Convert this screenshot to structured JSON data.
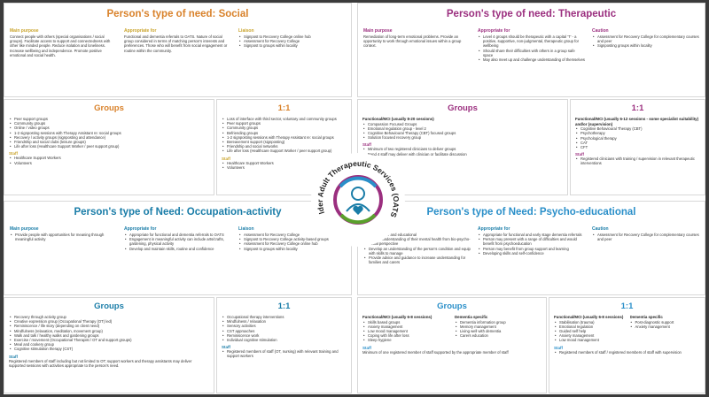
{
  "quadrants": {
    "social": {
      "title": "Person's type of need: Social",
      "main_purpose_head": "Main purpose",
      "main_purpose_text": "Connect people with others (special organisations / social groups). Facilitate access to support and connectedness with other like minded people. Reduce isolation and loneliness. Increase wellbeing and independence. Promote positive emotional and social health.",
      "appropriate_head": "Appropriate for",
      "appropriate_text": "Functional and dementia referrals to OATS. Nature of social group considered in terms of matching person's interests and preferences. Those who will benefit from social engagement or routine within the community.",
      "liaison_head": "Liaison",
      "liaison_items": [
        "Signpost to Recovery College online hub",
        "Assessment for Recovery College",
        "Signpost to groups within locality"
      ],
      "groups_title": "Groups",
      "groups_items": [
        "Peer support groups",
        "Community groups",
        "Online / video groups",
        "1-2 signposting sessions with Therapy Assistant re: social groups",
        "Recovery / activity groups (signposting and attendance)",
        "Friendship and social clubs (leisure groups)",
        "Life after loss (Healthcare Support Worker / peer support group)"
      ],
      "groups_staff_head": "Staff",
      "groups_staff_items": [
        "Healthcare Support Workers",
        "Volunteers"
      ],
      "one_title": "1:1",
      "one_items": [
        "Loss of interface with third sector, voluntary and community groups",
        "Peer support groups",
        "Community groups",
        "Befriending groups",
        "1-2 signposting sessions with Therapy Assistant re: social groups",
        "Bereavement support (signposting)",
        "Friendship and social networks",
        "Life after loss (Healthcare Support Worker / peer support group)"
      ],
      "one_staff_head": "Staff",
      "one_staff_items": [
        "Healthcare Support Workers",
        "Volunteers"
      ]
    },
    "therapeutic": {
      "title": "Person's type of need: Therapeutic",
      "main_purpose_head": "Main purpose",
      "main_purpose_text": "Remediation of long-term emotional problems. Provide an opportunity to work through emotional issues within a group context.",
      "appropriate_head": "Appropriate for",
      "appropriate_items": [
        "Level 4 groups should be therapeutic with a capital 'T' - a positive, supportive, non-judgmental, therapeutic group for wellbeing",
        "Should share their difficulties with others in a group safe space",
        "May also meet up and challenge understanding of themselves"
      ],
      "caution_head": "Caution",
      "caution_items": [
        "Assessment for Recovery College for complementary courses and peer",
        "Signposting groups within locality"
      ],
      "groups_title": "Groups",
      "groups_head": "Functional/MCI (usually 8-20 sessions)",
      "groups_items": [
        "Compassion Focused Groups",
        "Emotional regulation group - level 2",
        "Cognitive Behavioural Therapy (CBT) focused groups",
        "Solution focused recovery group"
      ],
      "groups_staff_head": "Staff",
      "groups_staff_items": [
        "Minimum of two registered clinicians to deliver groups",
        "Band 4 staff may deliver with clinician or facilitate discussion"
      ],
      "one_title": "1:1",
      "one_head": "Functional/MCI (usually 6-12 sessions - some specialist suitability) and/or (supervision)",
      "one_items": [
        "Cognitive Behavioural Therapy (CBT)",
        "Psychotherapy",
        "Psychological therapy",
        "CAT",
        "CFT"
      ],
      "one_staff_head": "Staff",
      "one_staff_items": [
        "Registered clinicians with training / supervision in relevant therapeutic interventions"
      ]
    },
    "occupation": {
      "title": "Person's type of Need: Occupation-activity",
      "main_purpose_head": "Main purpose",
      "main_purpose_items": [
        "Provide people with opportunities for meaning through meaningful activity"
      ],
      "appropriate_head": "Appropriate for",
      "appropriate_items": [
        "Appropriate for functional and dementia referrals to OATS",
        "Engagement in meaningful activity can include arts/crafts, gardening, physical activity",
        "Develop and maintain skills, routine and confidence"
      ],
      "liaison_head": "Liaison",
      "liaison_items": [
        "Assessment for Recovery College",
        "Signpost to Recovery College activity-based groups",
        "Assessment for Recovery College online hub",
        "Signpost to groups within locality"
      ],
      "groups_title": "Groups",
      "groups_items": [
        "Recovery through activity group",
        "Creative expression group (Occupational Therapy (OT) led)",
        "Reminiscence / life story (depending on client need)",
        "Mindfulness (relaxation, meditation, movement group)",
        "Walk and talk / healthy walks and gardening groups",
        "Exercise / movement (Occupational Therapist / OT and support groups)",
        "Meal and cookery group",
        "Cognitive stimulation therapy (CST)"
      ],
      "groups_staff_head": "Staff",
      "groups_staff_text": "Registered members of staff including but not limited to OT; support workers and therapy assistants may deliver supported sessions with activities appropriate to the person's need.",
      "one_title": "1:1",
      "one_items": [
        "Occupational therapy interventions",
        "Mindfulness / relaxation",
        "Sensory activities",
        "CST approaches",
        "Reminiscence work",
        "Individual cognitive stimulation"
      ],
      "one_staff_head": "Staff",
      "one_staff_items": [
        "Registered members of staff (OT, nursing) with relevant training and support workers"
      ]
    },
    "psycho": {
      "title": "Person's type of Need: Psycho-educational",
      "main_purpose_head": "Main purpose",
      "main_purpose_items": [
        "Preventative and educational",
        "Provide understanding of their mental health from bio-psycho-social perspective",
        "Develop an understanding of the person's condition and equip with skills to manage",
        "Provide advice and guidance to increase understanding for families and carers"
      ],
      "appropriate_head": "Appropriate for",
      "appropriate_items": [
        "Appropriate for functional and early stage dementia referrals",
        "Person may present with a range of difficulties and would benefit from psychoeducation",
        "Person may benefit from group support and learning",
        "Developing skills and self-confidence"
      ],
      "caution_head": "Caution",
      "caution_items": [
        "Assessment for Recovery College for complementary courses and peer"
      ],
      "groups_title": "Groups",
      "groups_left_head": "Functional/MCI (usually 6-8 sessions)",
      "groups_left_items": [
        "Skills based groups",
        "Anxiety management",
        "Low mood management",
        "Coping with life after loss",
        "Sleep hygiene"
      ],
      "groups_right_head": "Dementia specific",
      "groups_right_items": [
        "Dementia information group",
        "Memory management",
        "Living well with dementia",
        "Carers education"
      ],
      "groups_staff_head": "Staff",
      "groups_staff_text": "Minimum of one registered member of staff supported by the appropriate member of staff",
      "one_title": "1:1",
      "one_left_head": "Functional/MCI (usually 6-8 sessions)",
      "one_left_items": [
        "Stabilisation (trauma)",
        "Emotional regulation",
        "Guided self help",
        "Anxiety management",
        "Low mood management"
      ],
      "one_right_head": "Dementia specific",
      "one_right_items": [
        "Post-diagnostic support",
        "Anxiety management"
      ],
      "one_staff_head": "Staff",
      "one_staff_items": [
        "Registered members of staff / registered members of staff with supervision"
      ]
    }
  },
  "logo": {
    "text": "Older Adult Therapeutic Services (OATS)",
    "ring_colors": [
      "#9b2f7f",
      "#2a8fc9",
      "#5aa02c",
      "#1a7da8"
    ]
  }
}
